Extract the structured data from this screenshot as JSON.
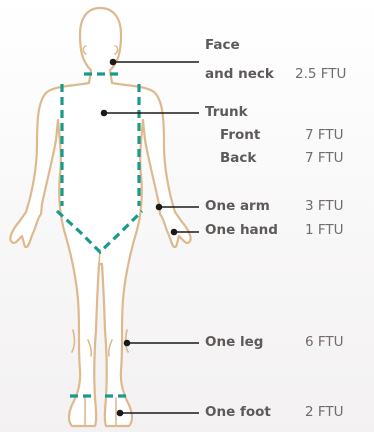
{
  "colors": {
    "body_fill": "#ffffff",
    "body_outline": "#ddb98f",
    "dash_lines": "#1a9a8c",
    "leader_lines": "#1a1a1a",
    "label_text": "#5d5a58",
    "value_text": "#706d6b"
  },
  "regions": {
    "face_neck": {
      "label_line1": "Face",
      "label_line2": "and neck",
      "value": "2.5 FTU"
    },
    "trunk": {
      "label": "Trunk",
      "front_label": "Front",
      "front_value": "7 FTU",
      "back_label": "Back",
      "back_value": "7 FTU"
    },
    "arm": {
      "label": "One arm",
      "value": "3 FTU"
    },
    "hand": {
      "label": "One hand",
      "value": "1 FTU"
    },
    "leg": {
      "label": "One leg",
      "value": "6 FTU"
    },
    "foot": {
      "label": "One foot",
      "value": "2 FTU"
    }
  }
}
